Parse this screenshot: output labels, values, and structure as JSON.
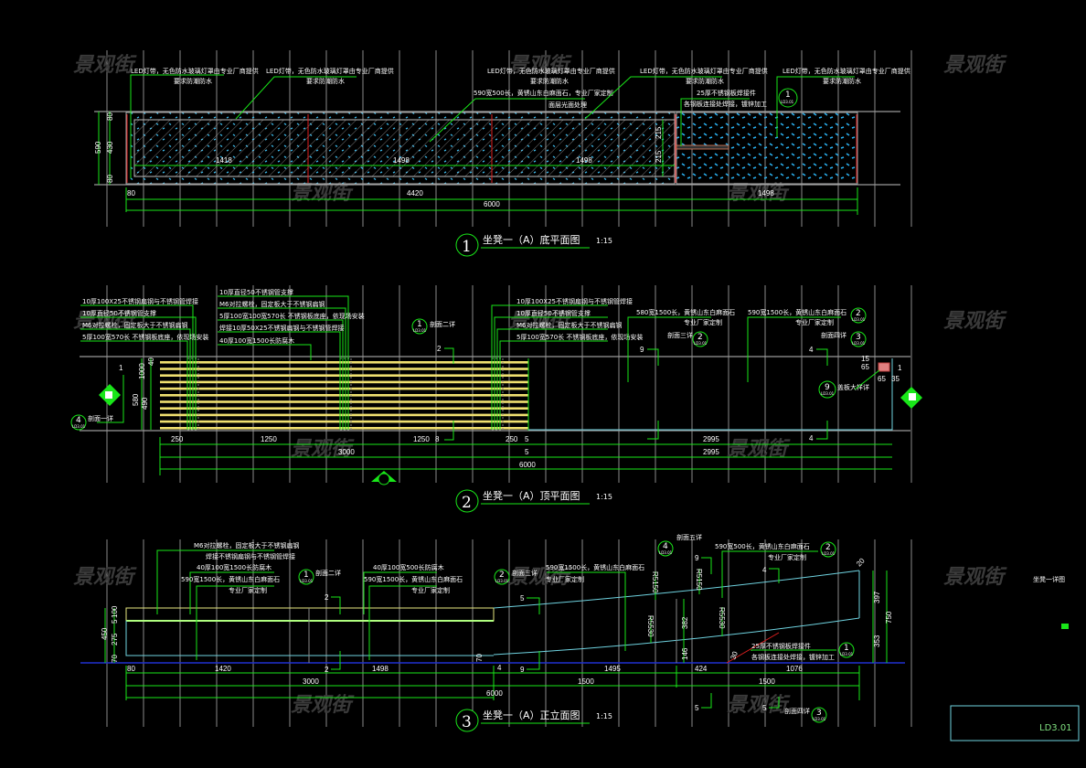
{
  "watermark": "景观街",
  "sheet_number": "LD3.01",
  "side_note": "坐凳一详图",
  "views": [
    {
      "num": "1",
      "title": "坐凳一（A）底平面图",
      "scale": "1:15"
    },
    {
      "num": "2",
      "title": "坐凳一（A）顶平面图",
      "scale": "1:15"
    },
    {
      "num": "3",
      "title": "坐凳一（A）正立面图",
      "scale": "1:15"
    }
  ],
  "plan1": {
    "notes": [
      "LED灯带，无色防水玻璃灯罩由专业厂商提供",
      "要求防潮防水",
      "LED灯带，无色防水玻璃灯罩由专业厂商提供",
      "要求防潮防水",
      "LED灯带，无色防水玻璃灯罩由专业厂商提供",
      "要求防潮防水",
      "590宽500长，黄锈山东白麻面石，专业厂家定制",
      "面层光面处理",
      "LED灯带，无色防水玻璃灯罩由专业厂商提供",
      "要求防潮防水",
      "25厚不锈钢板焊接件",
      "各钢板连接处焊接，镀锌加工",
      "LED灯带，无色防水玻璃灯罩由专业厂商提供",
      "要求防潮防水"
    ],
    "dims": [
      "590",
      "430",
      "80",
      "80",
      "1418",
      "1498",
      "1498",
      "80",
      "4420",
      "6000",
      "1498",
      "215",
      "215"
    ],
    "callout": {
      "num": "1",
      "ref": "LD3.01"
    }
  },
  "plan2": {
    "notes_left": [
      "10厚100X25不锈钢扁钢与不锈钢管焊接",
      "10厚直径50不锈钢管支撑",
      "M6对拉螺栓，固定板大于不锈钢扁钢",
      "5厚100宽570长 不锈钢板底座，依现场安装"
    ],
    "notes_mid": [
      "10厚直径50不锈钢管支撑",
      "M6对拉螺栓，固定板大于不锈钢扁钢",
      "5厚100宽100宽570长 不锈钢板底座，依现场安装",
      "焊接10厚50X25不锈钢扁钢与不锈钢管焊接",
      "40厚100宽1500长防腐木"
    ],
    "notes_right": [
      "10厚100X25不锈钢扁钢与不锈钢管焊接",
      "10厚直径50不锈钢管支撑",
      "M6对拉螺栓，固定板大于不锈钢扁钢",
      "5厚100宽570长 不锈钢板底座，依现场安装"
    ],
    "stone_notes": [
      "580宽1500长，黄锈山东白麻面石",
      "专业厂家定制",
      "590宽1500长，黄锈山东白麻面石",
      "专业厂家定制"
    ],
    "callouts": [
      {
        "num": "1",
        "label": "剖面二详",
        "ref": "LD3.01"
      },
      {
        "num": "2",
        "label": "剖面三详",
        "ref": "LD3.01"
      },
      {
        "num": "2",
        "label": "",
        "ref": "LD3.01"
      },
      {
        "num": "3",
        "label": "剖面四详",
        "ref": "LD3.01"
      },
      {
        "num": "9",
        "label": "盖板大样详",
        "ref": "LD3.01"
      },
      {
        "num": "4",
        "label": "剖面一详",
        "ref": "LD3.01"
      }
    ],
    "markers": [
      "1",
      "2",
      "8",
      "9",
      "4",
      "4",
      "5",
      "5",
      "1"
    ],
    "dims": [
      "1000",
      "40",
      "580",
      "490",
      "250",
      "1250",
      "1250",
      "250",
      "3000",
      "6000",
      "2995",
      "2995",
      "15",
      "65",
      "65",
      "35"
    ]
  },
  "elev3": {
    "notes": [
      "M6对拉螺栓，固定板大于不锈钢扁钢",
      "焊接不锈钢扁钢与不锈钢管焊接",
      "40厚100宽1500长防腐木",
      "590宽1500长，黄锈山东白麻面石",
      "专业厂家定制",
      "40厚100宽500长防腐木",
      "590宽1500长，黄锈山东白麻面石",
      "专业厂家定制",
      "590宽1500长，黄锈山东白麻面石",
      "专业厂家定制",
      "590宽500长，黄锈山东白麻面石",
      "专业厂家定制",
      "25厚不锈钢板焊接件",
      "各钢板连接处焊接，镀锌加工"
    ],
    "radii": [
      "R5150",
      "R5150",
      "R5530",
      "R5530"
    ],
    "callouts": [
      {
        "num": "1",
        "label": "剖面二详",
        "ref": "LD3.01"
      },
      {
        "num": "2",
        "label": "剖面三详",
        "ref": "LD3.01"
      },
      {
        "num": "4",
        "label": "剖面五详",
        "ref": "LD3.01"
      },
      {
        "num": "2",
        "label": "",
        "ref": "LD3.01"
      },
      {
        "num": "1",
        "label": "",
        "ref": "LD3.01"
      },
      {
        "num": "3",
        "label": "剖面四详",
        "ref": "LD3.01"
      }
    ],
    "markers": [
      "2",
      "2",
      "5",
      "9",
      "9",
      "5",
      "4",
      "5",
      "4"
    ],
    "dims": [
      "100",
      "5",
      "275",
      "450",
      "70",
      "80",
      "1420",
      "1498",
      "1495",
      "424",
      "1076",
      "3000",
      "1500",
      "1500",
      "6000",
      "70",
      "382",
      "146",
      "397",
      "750",
      "353",
      "20",
      "30"
    ]
  }
}
